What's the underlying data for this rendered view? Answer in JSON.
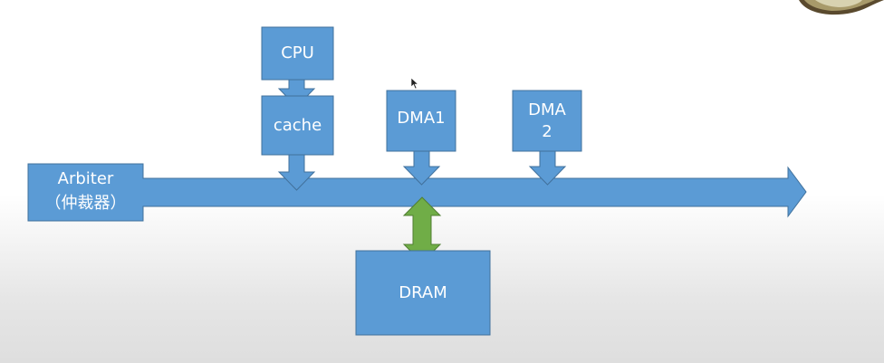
{
  "diagram": {
    "nodes": {
      "cpu": "CPU",
      "cache": "cache",
      "dma1": "DMA1",
      "dma2_line1": "DMA",
      "dma2_line2": "2",
      "arbiter_line1": "Arbiter",
      "arbiter_line2": "（仲裁器）",
      "dram": "DRAM"
    },
    "colors": {
      "box_fill": "#5B9BD5",
      "box_stroke": "#41719C",
      "arrow_green": "#70AD47",
      "arrow_green_stroke": "#507E32",
      "text": "#ffffff"
    },
    "icons": {
      "cursor": "mouse-pointer-icon",
      "corner": "corner-decoration-icon"
    }
  }
}
